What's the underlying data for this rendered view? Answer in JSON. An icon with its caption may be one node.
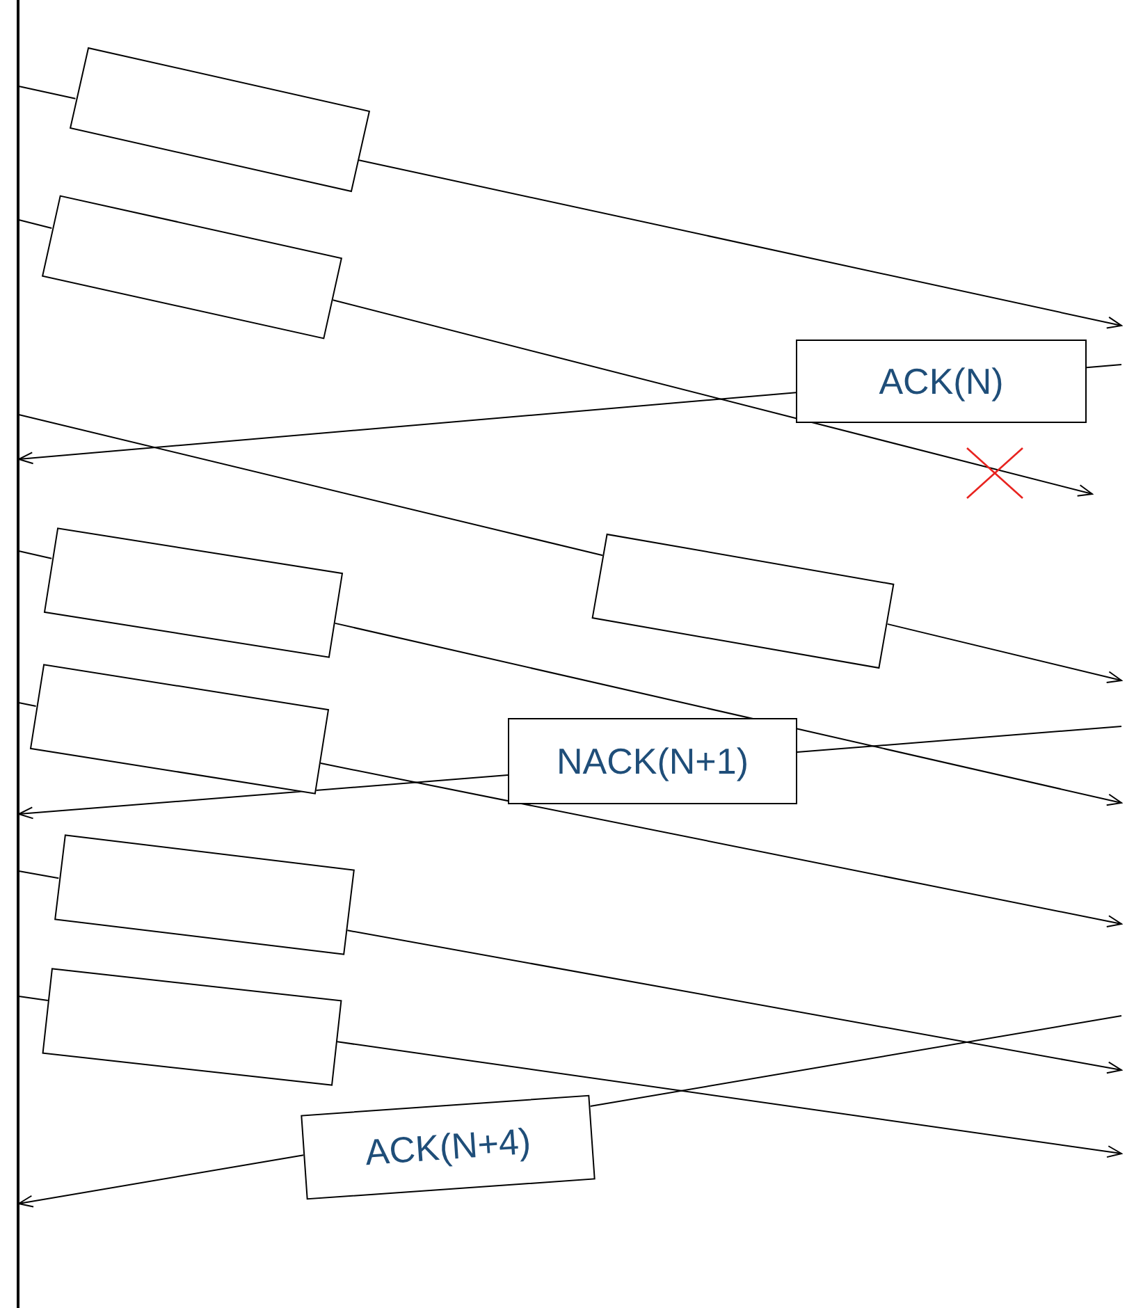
{
  "diagram": {
    "nodes": [
      {
        "text": [],
        "shape": "bar"
      },
      {
        "text": [],
        "shape": "box"
      },
      {
        "text": [],
        "shape": "box"
      },
      {
        "text": [
          "ACK(N)"
        ]
      },
      {
        "text": [],
        "shape": "box"
      },
      {
        "text": [],
        "shape": "box"
      },
      {
        "text": [],
        "shape": "box"
      },
      {
        "text": [
          "NACK(N+1)"
        ]
      },
      {
        "text": [],
        "shape": "box"
      },
      {
        "text": [],
        "shape": "box"
      },
      {
        "text": [
          "ACK(N+4)"
        ]
      }
    ],
    "edges": [
      {
        "from": 0,
        "to": 1,
        "arrow": "none"
      },
      {
        "from": 1,
        "to": null,
        "arrow": "to"
      },
      {
        "from": 0,
        "to": 2,
        "arrow": "none"
      },
      {
        "from": 2,
        "to": null,
        "arrow": "to"
      },
      {
        "from": null,
        "to": 3,
        "arrow": "none"
      },
      {
        "from": 3,
        "to": 0,
        "arrow": "to"
      },
      {
        "from": 0,
        "to": 5,
        "arrow": "none"
      },
      {
        "from": 5,
        "to": null,
        "arrow": "to"
      },
      {
        "from": 0,
        "to": 4,
        "arrow": "none"
      },
      {
        "from": 4,
        "to": null,
        "arrow": "to"
      },
      {
        "from": 0,
        "to": 6,
        "arrow": "none"
      },
      {
        "from": 6,
        "to": null,
        "arrow": "to"
      },
      {
        "from": null,
        "to": 7,
        "arrow": "none"
      },
      {
        "from": 7,
        "to": 0,
        "arrow": "to"
      },
      {
        "from": 0,
        "to": 8,
        "arrow": "none"
      },
      {
        "from": 8,
        "to": null,
        "arrow": "to"
      },
      {
        "from": 0,
        "to": 9,
        "arrow": "none"
      },
      {
        "from": 9,
        "to": null,
        "arrow": "to"
      },
      {
        "from": null,
        "to": 10,
        "arrow": "none"
      },
      {
        "from": 10,
        "to": 0,
        "arrow": "to"
      }
    ]
  }
}
